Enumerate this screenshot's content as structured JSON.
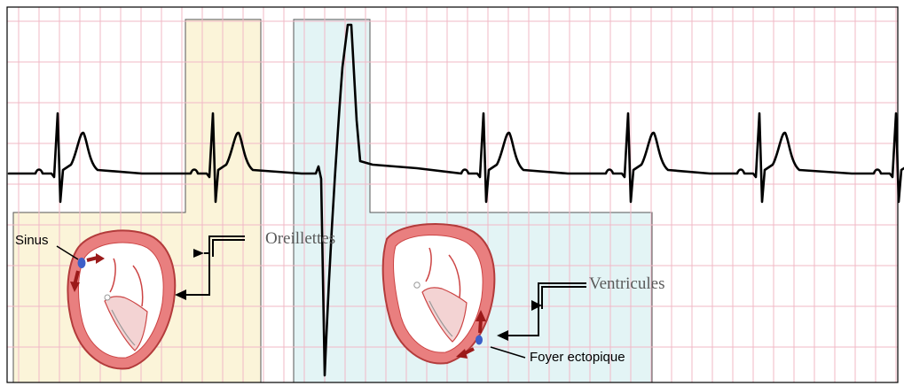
{
  "labels": {
    "sinus": "Sinus",
    "oreillettes": "Oreillettes",
    "ventricules": "Ventricules",
    "foyer": "Foyer ectopique"
  },
  "colors": {
    "grid_line": "#f0b8c6",
    "sinus_panel": "#fbf4d9",
    "ectopic_panel": "#e3f4f5",
    "panel_border": "#555555",
    "ecg_trace": "#000000",
    "heart_wall": "#e97f7f",
    "heart_wall_dark": "#b33b3b",
    "conduction_arrow": "#9b1a1a",
    "focus_dot": "#3d5ec8"
  },
  "icons": {
    "sinus_heart": "heart-sinus-conduction-icon",
    "ectopic_heart": "heart-ectopic-conduction-icon"
  }
}
